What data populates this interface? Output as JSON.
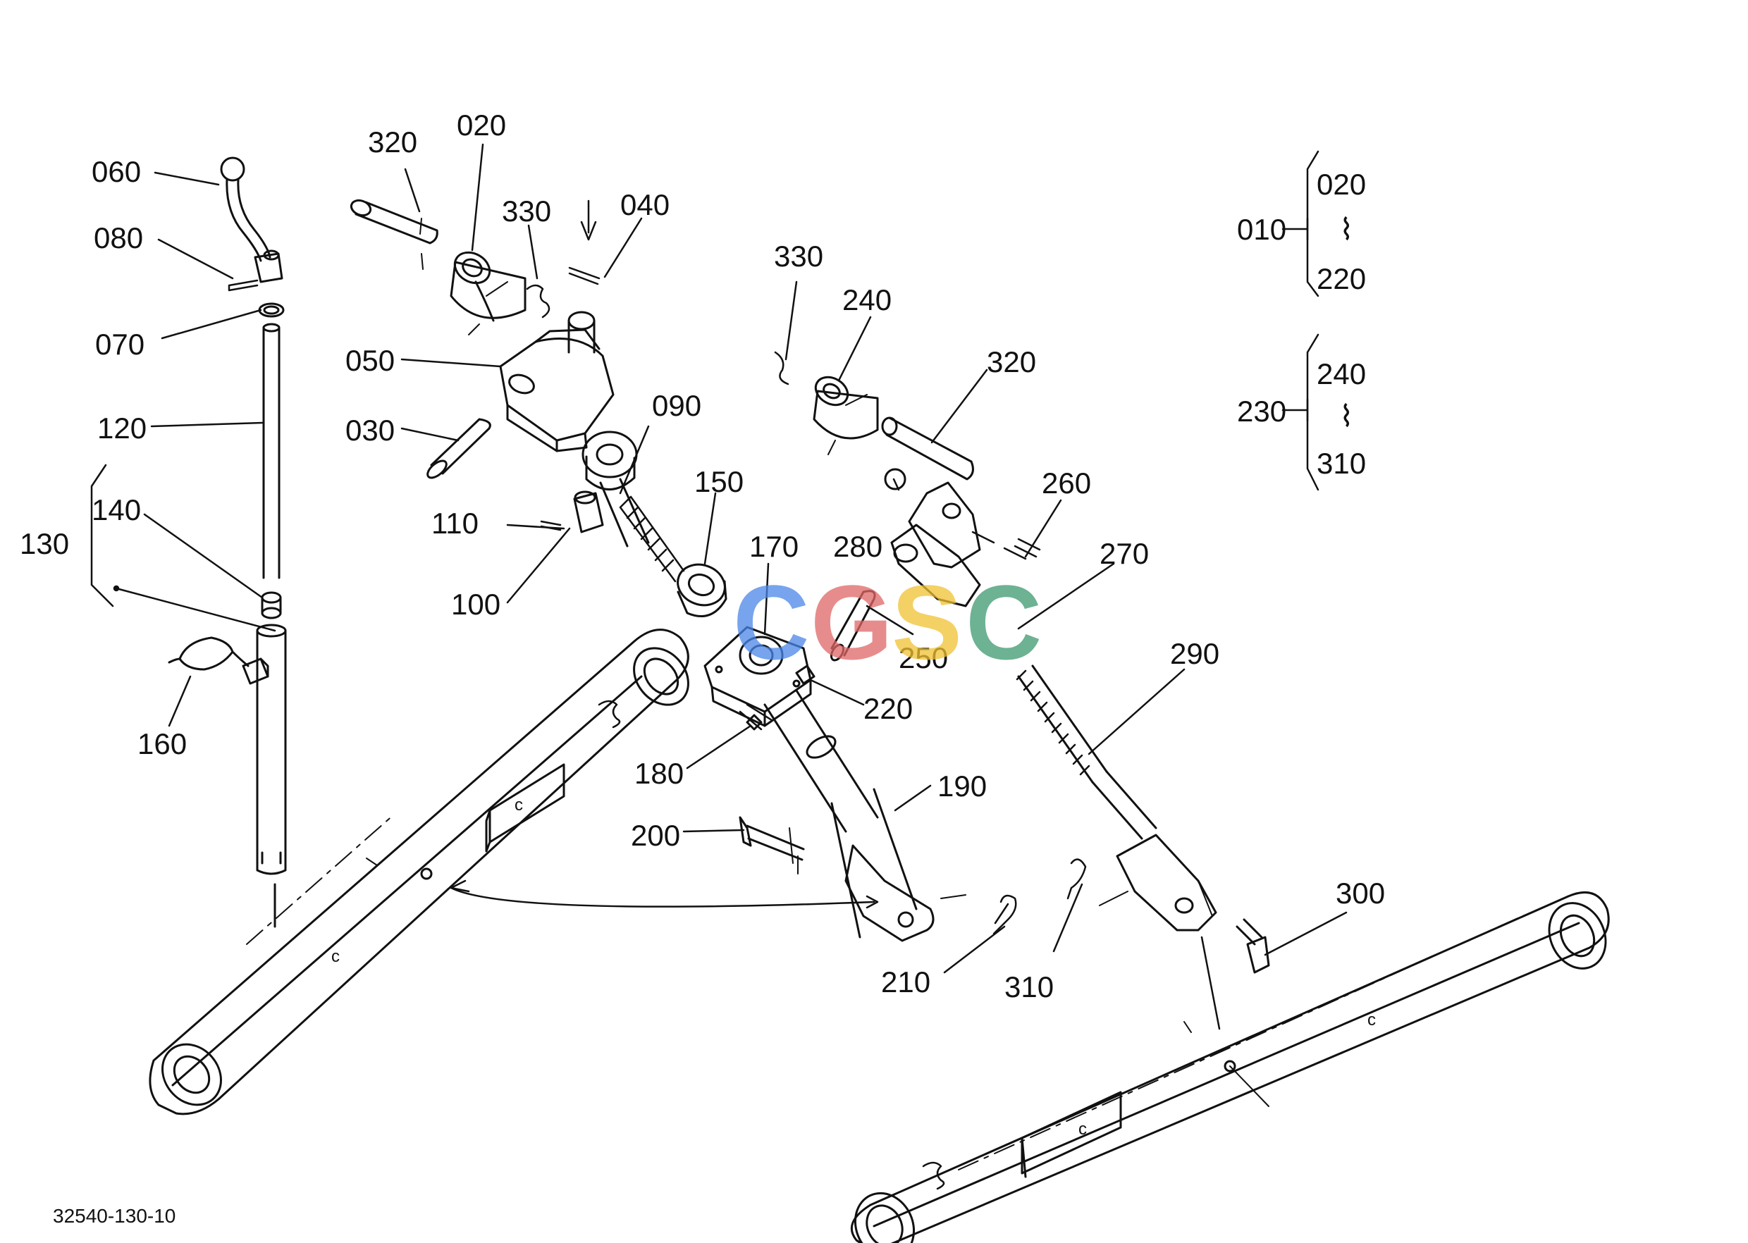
{
  "labels": {
    "l060": "060",
    "l080": "080",
    "l070": "070",
    "l120": "120",
    "l130": "130",
    "l140": "140",
    "l160": "160",
    "l320a": "320",
    "l020": "020",
    "l330a": "330",
    "l040": "040",
    "l050": "050",
    "l030": "030",
    "l090": "090",
    "l110": "110",
    "l100": "100",
    "l150": "150",
    "l170": "170",
    "l220": "220",
    "l180": "180",
    "l190": "190",
    "l200": "200",
    "l210": "210",
    "l330b": "330",
    "l240": "240",
    "l320b": "320",
    "l260": "260",
    "l280": "280",
    "l270": "270",
    "l250": "250",
    "l290": "290",
    "l300": "300",
    "l310": "310"
  },
  "assembly_groups": [
    {
      "code": "010",
      "range_start": "020",
      "range_sep": "⌇",
      "range_end": "220"
    },
    {
      "code": "230",
      "range_start": "240",
      "range_sep": "⌇",
      "range_end": "310"
    }
  ],
  "reference_code": "32540-130-10",
  "watermark": {
    "letters": [
      "C",
      "G",
      "S",
      "C"
    ],
    "colors": [
      "#4a86e8",
      "#e06666",
      "#f1c232",
      "#3d9970"
    ]
  },
  "colors": {
    "line": "#111111",
    "background": "#ffffff"
  }
}
